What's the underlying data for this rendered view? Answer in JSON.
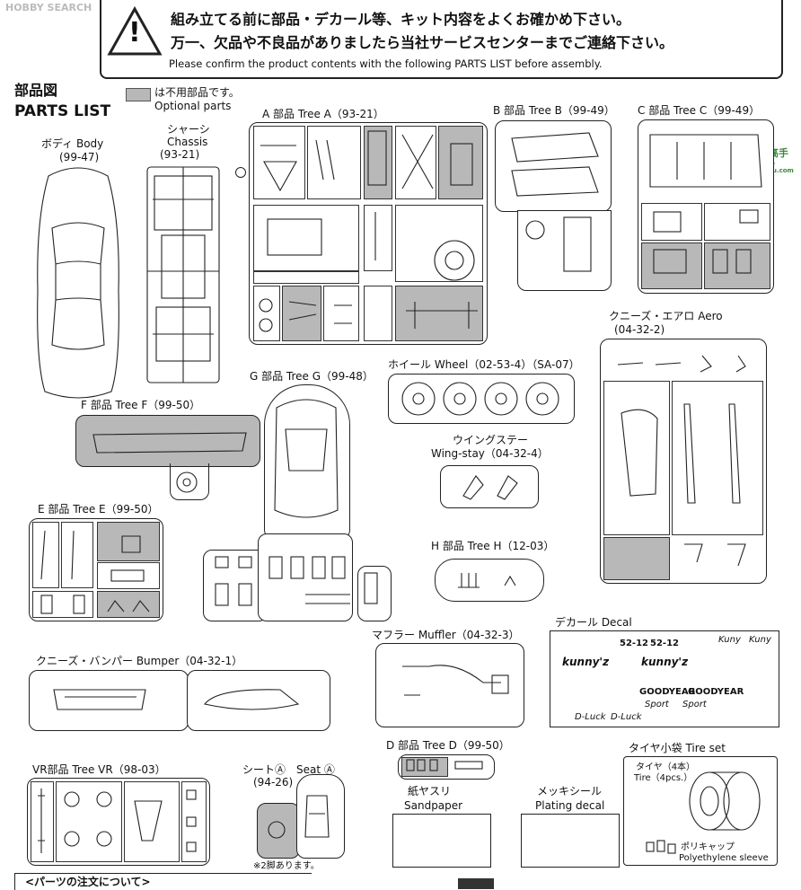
{
  "watermark": {
    "left": "HOBBY SEARCH",
    "right_top": "高手",
    "right_bottom": "gao-shou.com"
  },
  "header": {
    "line1": "組み立てる前に部品・デカール等、キット内容をよくお確かめ下さい。",
    "line2": "万一、欠品や不良品がありましたら当社サービスセンターまでご連絡下さい。",
    "line3": "Please confirm the product contents with the following PARTS LIST before assembly.",
    "warning_symbol": "!"
  },
  "parts_list": {
    "title_ja": "部品図",
    "title_en": "PARTS LIST"
  },
  "legend": {
    "ja": "は不用部品です。",
    "en": "Optional parts"
  },
  "body": {
    "label": "ボディ Body",
    "code": "(99-47)"
  },
  "chassis": {
    "label_ja": "シャーシ",
    "label_en": "Chassis",
    "code": "(93-21)"
  },
  "tree_a": {
    "label": "A 部品 Tree A（93-21）"
  },
  "tree_b": {
    "label": "B 部品 Tree B（99-49）"
  },
  "tree_c": {
    "label": "C 部品 Tree C（99-49）"
  },
  "tree_g": {
    "label": "G 部品 Tree G（99-48）"
  },
  "wheel": {
    "label": "ホイール Wheel（02-53-4）（SA-07）"
  },
  "aero": {
    "label": "クニーズ・エアロ Aero",
    "code": "(04-32-2)"
  },
  "tree_f": {
    "label": "F 部品 Tree F（99-50）"
  },
  "wingstay": {
    "label_ja": "ウイングステー",
    "label_en": "Wing-stay（04-32-4）"
  },
  "tree_e": {
    "label": "E 部品 Tree E（99-50）"
  },
  "tree_h": {
    "label": "H 部品 Tree H（12-03）"
  },
  "decal": {
    "label": "デカール Decal",
    "texts": [
      "52-12",
      "52-12",
      "kunny'z",
      "kunny'z",
      "GOODYEAR",
      "GOODYEAR",
      "Sport",
      "Sport",
      "D-Luck",
      "D-Luck",
      "Kuny",
      "Kuny"
    ]
  },
  "muffler": {
    "label": "マフラー Muffler（04-32-3）"
  },
  "bumper": {
    "label": "クニーズ・バンパー Bumper（04-32-1）"
  },
  "tree_d": {
    "label": "D 部品 Tree D（99-50）"
  },
  "tireset": {
    "label": "タイヤ小袋 Tire set",
    "tire_ja": "タイヤ（4本）",
    "tire_en": "Tire（4pcs.）",
    "sleeve_ja": "ポリキャップ",
    "sleeve_en": "Polyethylene sleeve"
  },
  "tree_vr": {
    "label": "VR部品 Tree VR（98-03）"
  },
  "seat": {
    "label": "シートⒶ　Seat Ⓐ",
    "code": "(94-26)",
    "note": "※2脚あります。"
  },
  "sandpaper": {
    "label_ja": "紙ヤスリ",
    "label_en": "Sandpaper"
  },
  "plating": {
    "label_ja": "メッキシール",
    "label_en": "Plating decal"
  },
  "footer": {
    "text": "<パーツの注文について>"
  }
}
